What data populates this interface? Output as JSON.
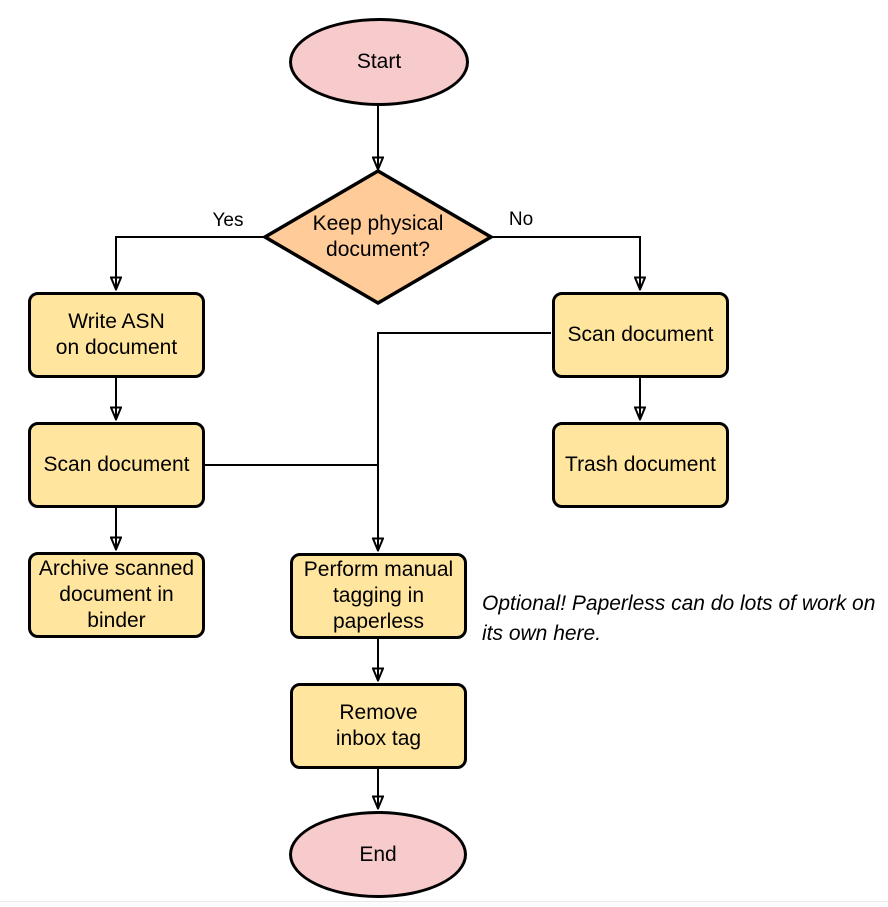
{
  "diagram": {
    "type": "flowchart",
    "topic": "Document scanning and archiving workflow"
  },
  "colors": {
    "node-pink": "#f7cbcb",
    "node-orange": "#ffcc99",
    "node-yellow": "#ffe59e",
    "stroke": "#000000",
    "background": "#ffffff"
  },
  "nodes": {
    "start": {
      "shape": "ellipse",
      "label": "Start",
      "lines": [
        "Start"
      ]
    },
    "decision": {
      "shape": "diamond",
      "label": "Keep physical document?",
      "lines": [
        "Keep physical",
        "document?"
      ]
    },
    "write_asn": {
      "shape": "rect",
      "label": "Write ASN on document",
      "lines": [
        "Write ASN",
        "on document"
      ]
    },
    "scan_left": {
      "shape": "rect",
      "label": "Scan document",
      "lines": [
        "Scan document"
      ]
    },
    "archive": {
      "shape": "rect",
      "label": "Archive scanned document in binder",
      "lines": [
        "Archive scanned",
        "document in",
        "binder"
      ]
    },
    "scan_right": {
      "shape": "rect",
      "label": "Scan document",
      "lines": [
        "Scan document"
      ]
    },
    "trash": {
      "shape": "rect",
      "label": "Trash document",
      "lines": [
        "Trash document"
      ]
    },
    "tagging": {
      "shape": "rect",
      "label": "Perform manual tagging in paperless",
      "lines": [
        "Perform manual",
        "tagging in",
        "paperless"
      ]
    },
    "remove_inbox": {
      "shape": "rect",
      "label": "Remove inbox tag",
      "lines": [
        "Remove",
        "inbox tag"
      ]
    },
    "end": {
      "shape": "ellipse",
      "label": "End",
      "lines": [
        "End"
      ]
    }
  },
  "edge_labels": {
    "yes": "Yes",
    "no": "No"
  },
  "edges": [
    {
      "from": "start",
      "to": "decision",
      "label": ""
    },
    {
      "from": "decision",
      "to": "write_asn",
      "label": "Yes"
    },
    {
      "from": "decision",
      "to": "scan_right",
      "label": "No"
    },
    {
      "from": "write_asn",
      "to": "scan_left",
      "label": ""
    },
    {
      "from": "scan_left",
      "to": "archive",
      "label": ""
    },
    {
      "from": "scan_right",
      "to": "trash",
      "label": ""
    },
    {
      "from": "scan_right",
      "to": "tagging",
      "label": ""
    },
    {
      "from": "scan_left",
      "to": "tagging",
      "label": ""
    },
    {
      "from": "tagging",
      "to": "remove_inbox",
      "label": ""
    },
    {
      "from": "remove_inbox",
      "to": "end",
      "label": ""
    }
  ],
  "note": {
    "text": "Optional! Paperless can do lots of work on its own here.",
    "lines": [
      "Optional! Paperless can do lots of work on",
      "its own here."
    ]
  }
}
